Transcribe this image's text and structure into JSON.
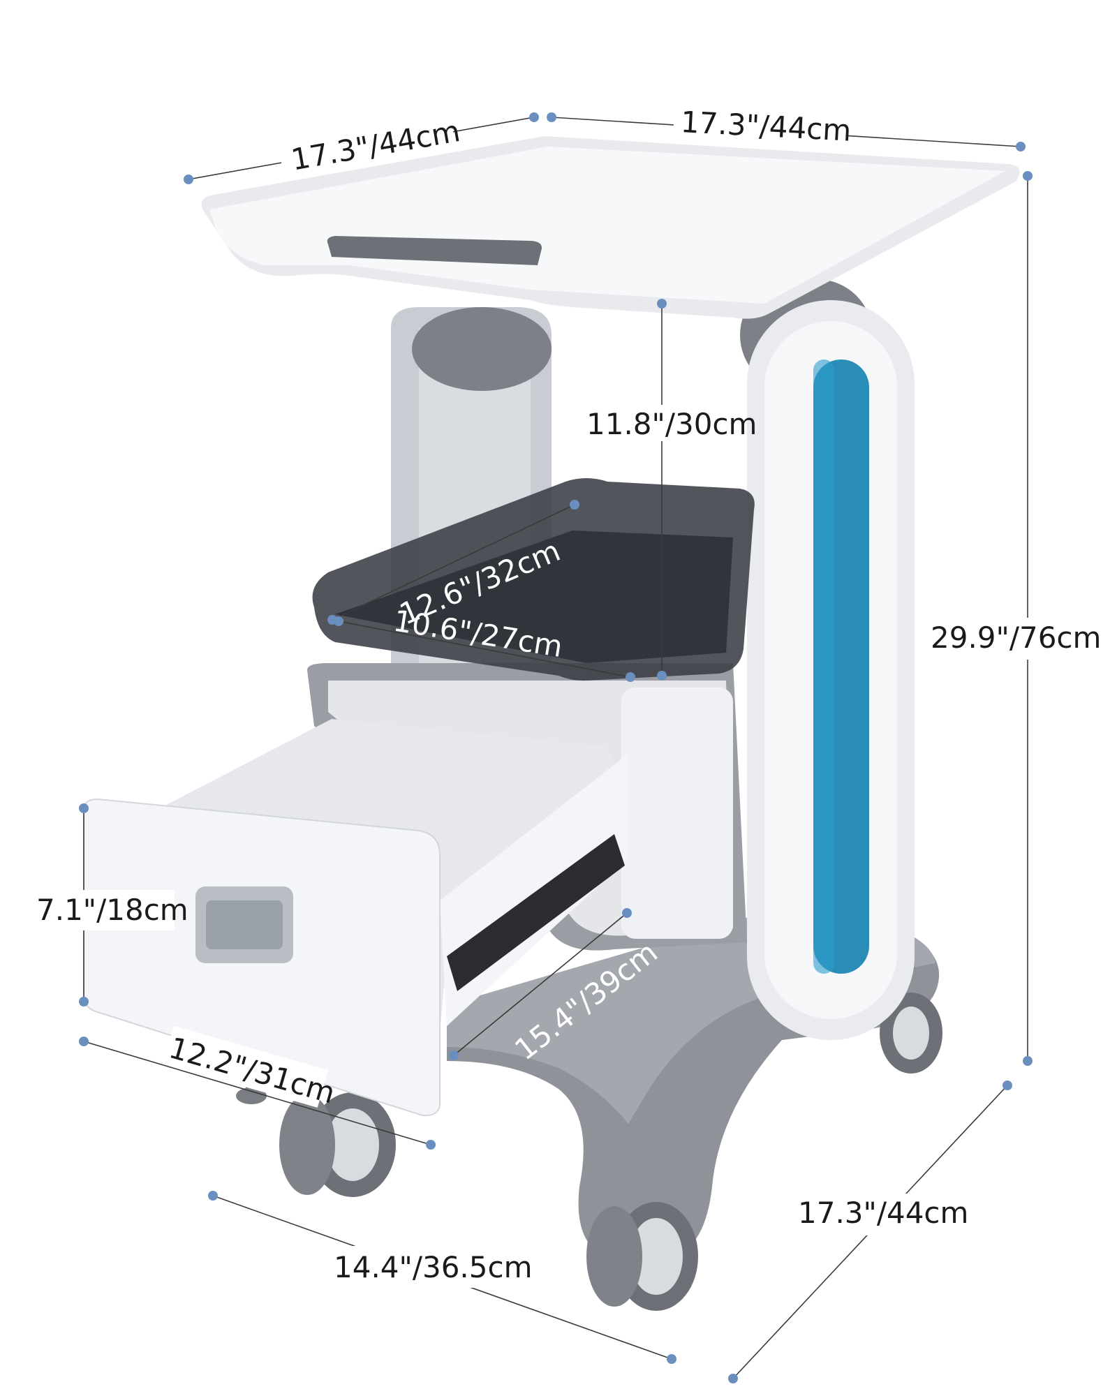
{
  "colors": {
    "white_panel": "#f4f5f8",
    "grey_frame": "#8f9399",
    "grey_dark": "#6d7177",
    "tray_smoke": "#3a3d44",
    "teal_accent": "#2a8db8",
    "dot_blue": "#6a8fbf"
  },
  "dimensions": {
    "top_depth": "17.3\"/44cm",
    "top_width": "17.3\"/44cm",
    "shelf_gap": "11.8\"/30cm",
    "tray_length": "12.6\"/32cm",
    "tray_width": "10.6\"/27cm",
    "total_height": "29.9\"/76cm",
    "drawer_height": "7.1\"/18cm",
    "drawer_depth": "15.4\"/39cm",
    "drawer_width": "12.2\"/31cm",
    "base_width": "14.4\"/36.5cm",
    "base_depth": "17.3\"/44cm"
  }
}
